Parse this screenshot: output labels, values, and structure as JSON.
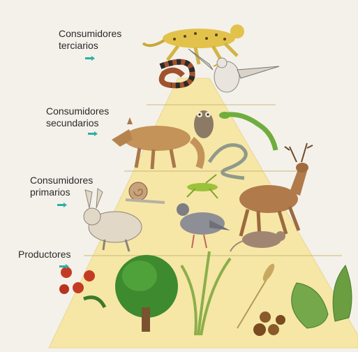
{
  "colors": {
    "pyramid": "#f6e7a6",
    "pyramid_edge": "#e8d79a",
    "tier_line": "#c8b97a",
    "arrow": "#2bb0a8",
    "label_text": "#2a2a2a"
  },
  "tiers": [
    {
      "label": "Consumidores\nterciarios",
      "arrow_icon": "arrow-right-icon",
      "organisms": [
        "cheetah-icon",
        "snake-icon",
        "eagle-icon"
      ]
    },
    {
      "label": "Consumidores\nsecundarios",
      "arrow_icon": "arrow-right-icon",
      "organisms": [
        "fox-icon",
        "owl-icon",
        "lizard-icon",
        "snake-icon"
      ]
    },
    {
      "label": "Consumidores\nprimarios",
      "arrow_icon": "arrow-right-icon",
      "organisms": [
        "snail-icon",
        "grasshopper-icon",
        "deer-icon",
        "rabbit-icon",
        "pigeon-icon",
        "mouse-icon"
      ]
    },
    {
      "label": "Productores",
      "arrow_icon": "arrow-right-icon",
      "organisms": [
        "rosehip-berries-icon",
        "tree-icon",
        "grass-icon",
        "wheat-icon",
        "leaf-icon",
        "hazelnuts-icon"
      ]
    }
  ]
}
